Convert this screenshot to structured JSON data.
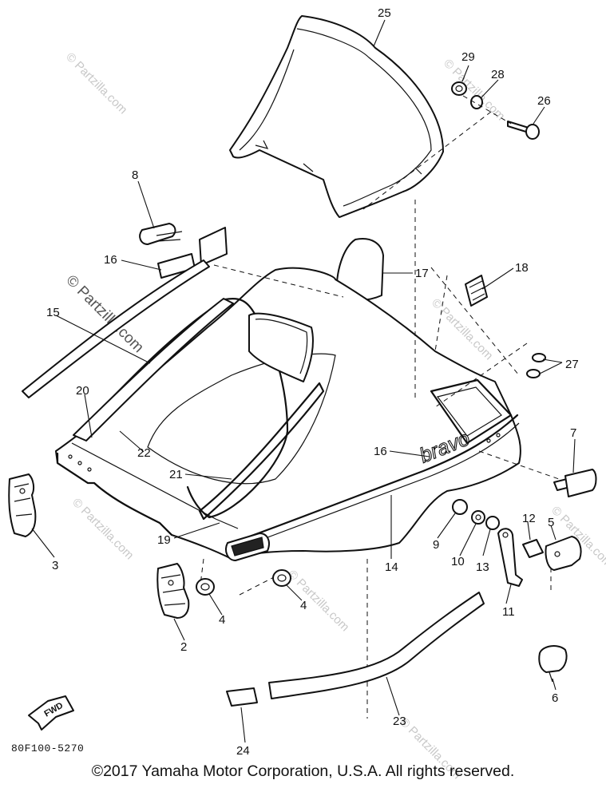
{
  "diagram": {
    "callouts": [
      "25",
      "29",
      "28",
      "26",
      "8",
      "16",
      "17",
      "18",
      "15",
      "27",
      "20",
      "22",
      "7",
      "16",
      "21",
      "3",
      "19",
      "14",
      "9",
      "12",
      "5",
      "10",
      "13",
      "4",
      "4",
      "2",
      "11",
      "6",
      "23",
      "24"
    ],
    "brand_decal": "bravo",
    "fwd_label": "FWD",
    "diagram_code": "80F100-5270",
    "watermark": "© Partzilla.com",
    "copyright": "©2017 Yamaha Motor Corporation, U.S.A. All rights reserved."
  }
}
